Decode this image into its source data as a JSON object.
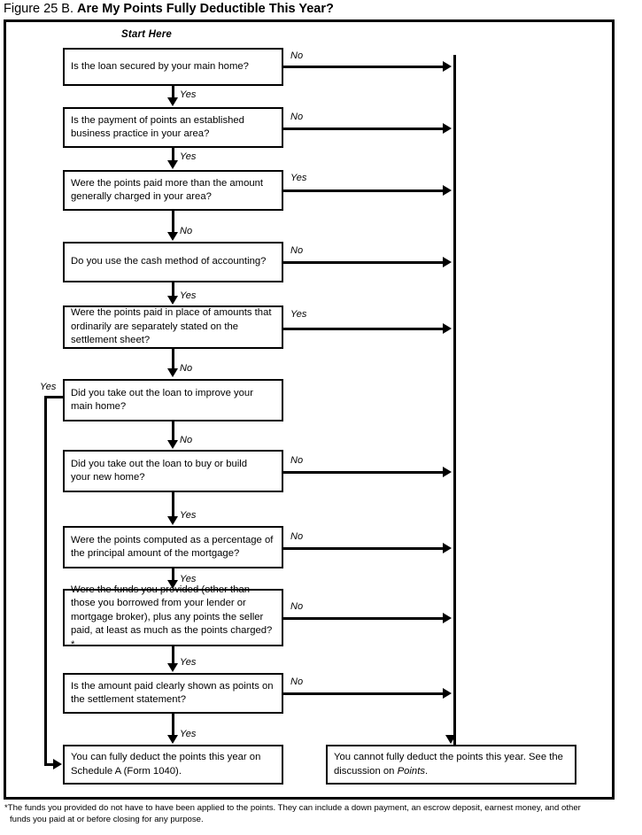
{
  "title": {
    "plain": "Figure 25 B.",
    "bold": "Are My Points Fully Deductible This Year?"
  },
  "start_label": "Start Here",
  "nodes": [
    {
      "id": "q1",
      "text": "Is the loan secured by your main home?"
    },
    {
      "id": "q2",
      "text": "Is the payment of points an established\nbusiness practice in your area?"
    },
    {
      "id": "q3",
      "text": "Were the points paid more than the amount\ngenerally charged in your area?"
    },
    {
      "id": "q4",
      "text": "Do you use the cash method of accounting?"
    },
    {
      "id": "q5",
      "text": "Were the points paid in place of amounts that\nordinarily are separately stated on the\nsettlement sheet?"
    },
    {
      "id": "q6",
      "text": "Did you take out the loan to improve your\nmain home?"
    },
    {
      "id": "q7",
      "text": "Did you take out the loan to buy or build\nyour new home?"
    },
    {
      "id": "q8",
      "text": "Were the points computed as a percentage of\nthe principal amount of the mortgage?"
    },
    {
      "id": "q9",
      "text": "Were the funds you provided (other than\nthose you borrowed from  your lender or\nmortgage broker), plus any points the seller\npaid, at least as much as the points charged?*"
    },
    {
      "id": "q10",
      "text": "Is the amount paid clearly shown as points on\nthe settlement statement?"
    }
  ],
  "outcomes": {
    "deductible": "You can fully deduct the points this year on\nSchedule A (Form 1040).",
    "not_deductible_pre": "You cannot fully deduct the points this year. See the\ndiscussion on ",
    "not_deductible_italic": "Points",
    "not_deductible_post": "."
  },
  "edge_labels": {
    "down": [
      "Yes",
      "Yes",
      "No",
      "Yes",
      "No",
      "No",
      "Yes",
      "Yes",
      "Yes",
      "Yes"
    ],
    "right": [
      "No",
      "No",
      "Yes",
      "No",
      "Yes",
      "No",
      "No",
      "No",
      "No"
    ],
    "left_yes": "Yes"
  },
  "footnote": {
    "line1": "*The funds you provided do not have to have been applied to the points. They can include a down payment, an escrow deposit, earnest money, and other",
    "line2": "funds you paid at or before closing for any purpose."
  },
  "colors": {
    "ink": "#000000",
    "paper": "#ffffff"
  },
  "chart_data": {
    "type": "flowchart",
    "title": "Figure 25 B. Are My Points Fully Deductible This Year?",
    "entry": "Start Here",
    "decisions": [
      {
        "step": 1,
        "question": "Is the loan secured by your main home?",
        "yes": "go to step 2",
        "no": "not fully deductible"
      },
      {
        "step": 2,
        "question": "Is the payment of points an established business practice in your area?",
        "yes": "go to step 3",
        "no": "not fully deductible"
      },
      {
        "step": 3,
        "question": "Were the points paid more than the amount generally charged in your area?",
        "yes": "not fully deductible",
        "no": "go to step 4"
      },
      {
        "step": 4,
        "question": "Do you use the cash method of accounting?",
        "yes": "go to step 5",
        "no": "not fully deductible"
      },
      {
        "step": 5,
        "question": "Were the points paid in place of amounts that ordinarily are separately stated on the settlement sheet?",
        "yes": "not fully deductible",
        "no": "go to step 6"
      },
      {
        "step": 6,
        "question": "Did you take out the loan to improve your main home?",
        "yes": "fully deductible",
        "no": "go to step 7"
      },
      {
        "step": 7,
        "question": "Did you take out the loan to buy or build your new home?",
        "yes": "go to step 8",
        "no": "not fully deductible"
      },
      {
        "step": 8,
        "question": "Were the points computed as a percentage of the principal amount of the mortgage?",
        "yes": "go to step 9",
        "no": "not fully deductible"
      },
      {
        "step": 9,
        "question": "Were the funds you provided (other than those you borrowed from your lender or mortgage broker), plus any points the seller paid, at least as much as the points charged?*",
        "yes": "go to step 10",
        "no": "not fully deductible"
      },
      {
        "step": 10,
        "question": "Is the amount paid clearly shown as points on the settlement statement?",
        "yes": "fully deductible",
        "no": "not fully deductible"
      }
    ],
    "terminals": [
      "You can fully deduct the points this year on Schedule A (Form 1040).",
      "You cannot fully deduct the points this year. See the discussion on Points."
    ]
  }
}
